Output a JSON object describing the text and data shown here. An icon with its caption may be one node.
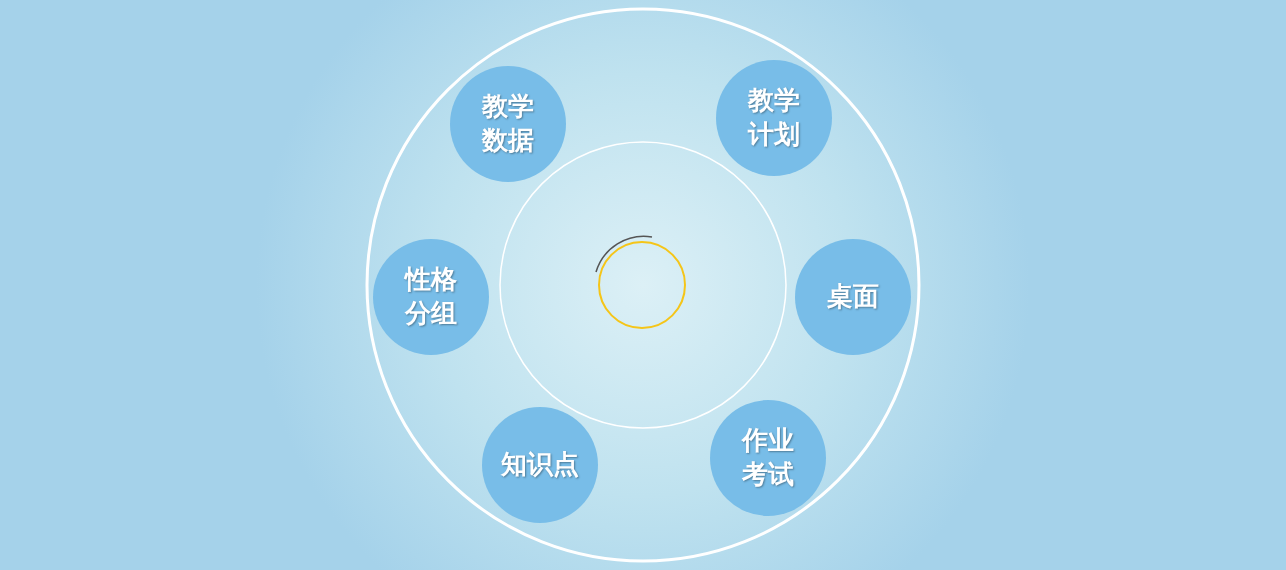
{
  "diagram": {
    "nodes": [
      {
        "text": [],
        "shape": "circle"
      },
      {
        "text": [
          "教学数据"
        ]
      },
      {
        "text": [
          "教学计划"
        ]
      },
      {
        "text": [
          "性格分组"
        ]
      },
      {
        "text": [
          "桌面"
        ]
      },
      {
        "text": [
          "知识点"
        ]
      },
      {
        "text": [
          "作业考试"
        ]
      }
    ]
  }
}
